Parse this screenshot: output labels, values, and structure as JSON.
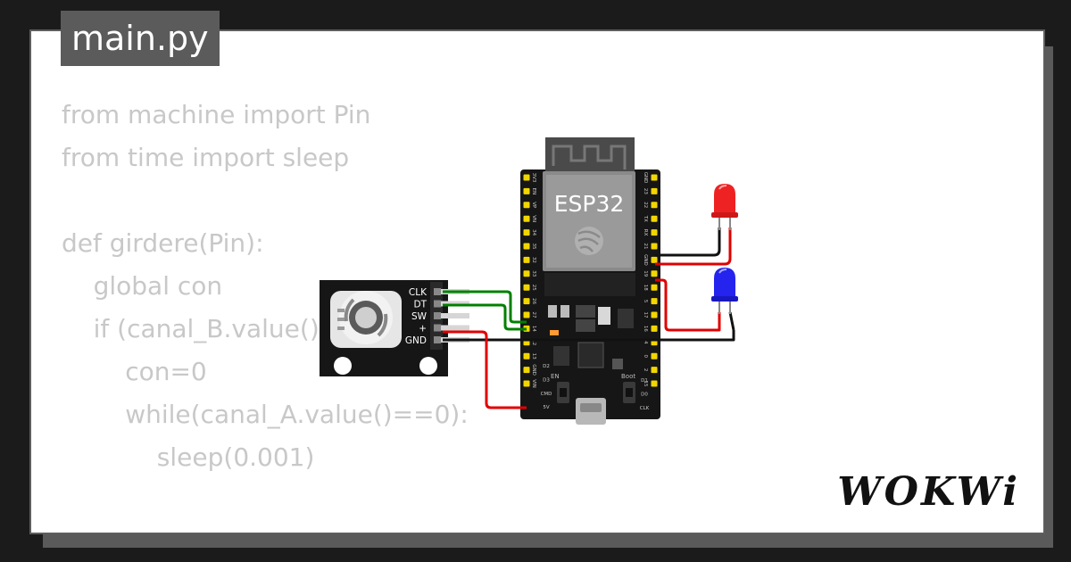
{
  "file_tab": {
    "name": "main.py"
  },
  "code_lines": [
    "from machine import Pin",
    "from time import sleep",
    "",
    "def girdere(Pin):",
    "    global con",
    "    if (canal_B.value()",
    "        con=0",
    "        while(canal_A.value()==0):",
    "            sleep(0.001)",
    "",
    "def girdere(Pin):"
  ],
  "board": {
    "chip_label": "ESP32",
    "en_label": "EN",
    "boot_label": "Boot",
    "left_pins": [
      "3V3",
      "EN",
      "VP",
      "VN",
      "34",
      "35",
      "32",
      "33",
      "25",
      "26",
      "27",
      "14",
      "12",
      "13",
      "GND",
      "VIN"
    ],
    "right_pins": [
      "GND",
      "23",
      "22",
      "TX",
      "RX",
      "21",
      "GND",
      "19",
      "18",
      "5",
      "17",
      "16",
      "4",
      "0",
      "2",
      "15"
    ],
    "bottom_left_pins": [
      "D2",
      "D3",
      "CMD",
      "5V"
    ],
    "bottom_right_pins": [
      "D1",
      "D0",
      "CLK"
    ]
  },
  "encoder": {
    "pins": [
      "CLK",
      "DT",
      "SW",
      "+",
      "GND"
    ]
  },
  "colors": {
    "wire_green": "#008000",
    "wire_red": "#e00000",
    "wire_black": "#111111",
    "led_red": "#ee2222",
    "led_blue": "#2424ee"
  },
  "brand": {
    "name": "WOKWi"
  }
}
